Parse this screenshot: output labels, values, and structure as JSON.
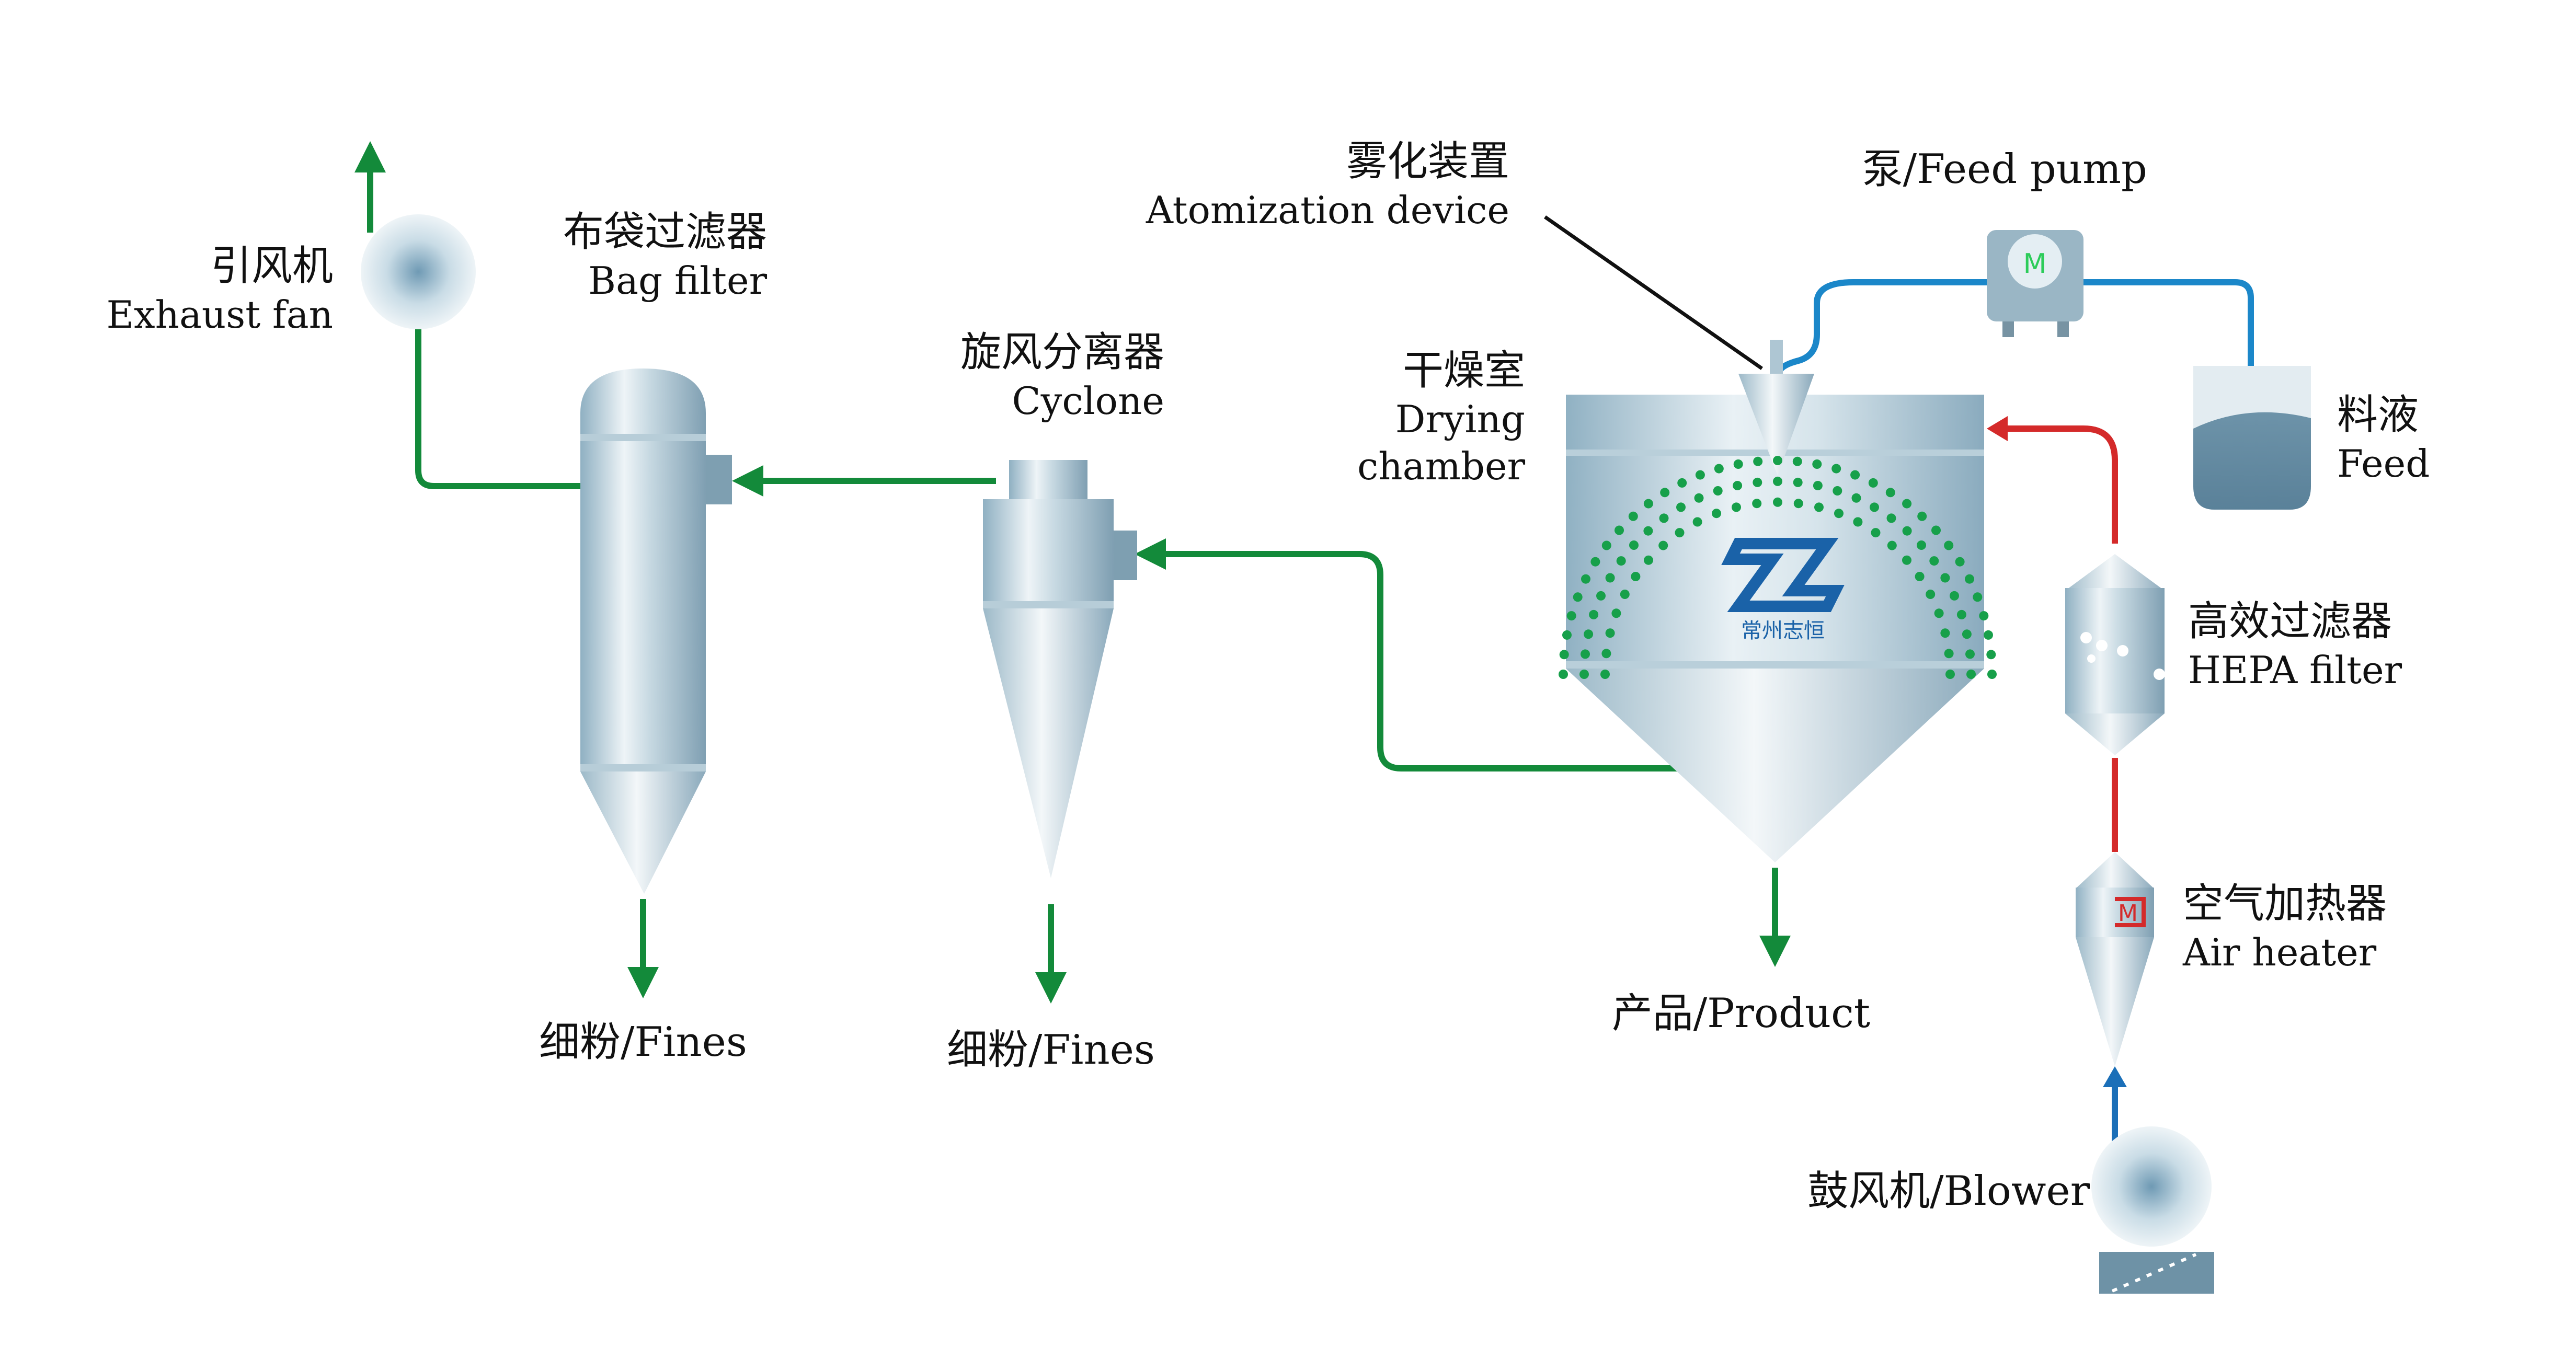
{
  "labels": {
    "exhaust_fan": {
      "zh": "引风机",
      "en": "Exhaust fan"
    },
    "bag_filter": {
      "zh": "布袋过滤器",
      "en": "Bag filter"
    },
    "cyclone": {
      "zh": "旋风分离器",
      "en": "Cyclone"
    },
    "drying_chamber": {
      "zh": "干燥室",
      "en": "Drying",
      "en2": "chamber"
    },
    "atomization": {
      "zh": "雾化装置",
      "en": "Atomization device"
    },
    "feed_pump": {
      "text": "泵/Feed pump"
    },
    "feed": {
      "zh": "料液",
      "en": "Feed"
    },
    "hepa_filter": {
      "zh": "高效过滤器",
      "en": "HEPA filter"
    },
    "air_heater": {
      "zh": "空气加热器",
      "en": "Air heater"
    },
    "blower": {
      "text": "鼓风机/Blower"
    },
    "fines_bag": {
      "text": "细粉/Fines"
    },
    "fines_cyclone": {
      "text": "细粉/Fines"
    },
    "product": {
      "text": "产品/Product"
    },
    "pump_motor": "M",
    "heater_motor": "M",
    "logo_text": "常州志恒"
  },
  "colors": {
    "gas_flow": "#138a3a",
    "hot_air": "#d42a2a",
    "liquid": "#1b87c9",
    "cold_air": "#1b6fb8",
    "vessel_body": "#9fbccb",
    "vessel_dark": "#6f93a6",
    "spray": "#17a04a",
    "logo": "#1a62a8"
  },
  "icons": [
    "exhaust-fan-icon",
    "blower-icon",
    "feed-pump-icon",
    "motor-icon"
  ]
}
